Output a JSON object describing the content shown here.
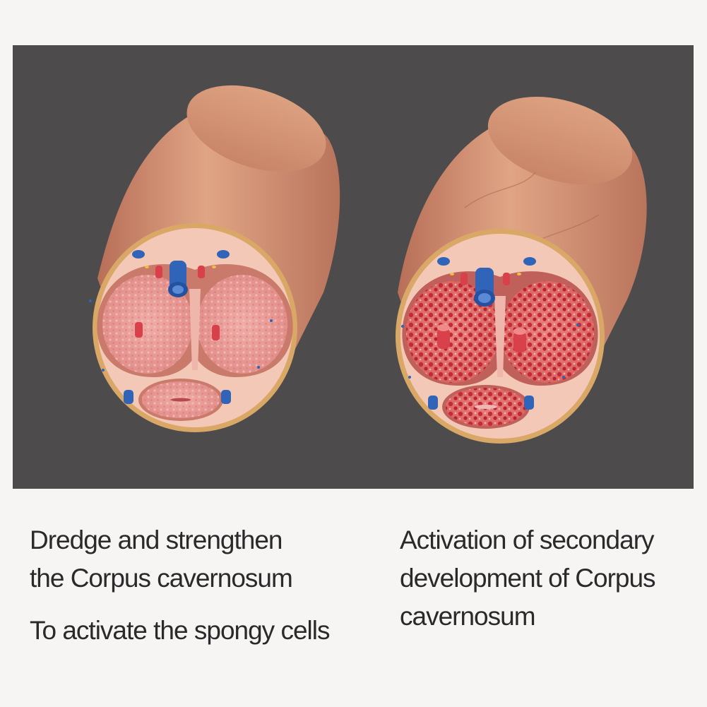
{
  "left_caption": {
    "line1": "Dredge and strengthen",
    "line2": "the Corpus cavernosum",
    "line3": "To activate the spongy cells"
  },
  "right_caption": {
    "line1": "Activation of secondary",
    "line2": "development of Corpus",
    "line3": "cavernosum"
  },
  "colors": {
    "panel_background": "#4d4b4b",
    "page_background": "#f7f5f3",
    "skin": "#d39478",
    "tissue_pink": "#e89a96",
    "tissue_red": "#c8343f",
    "vein_blue": "#2f64b8",
    "artery_red": "#d8404a",
    "rim": "#d8a764"
  }
}
